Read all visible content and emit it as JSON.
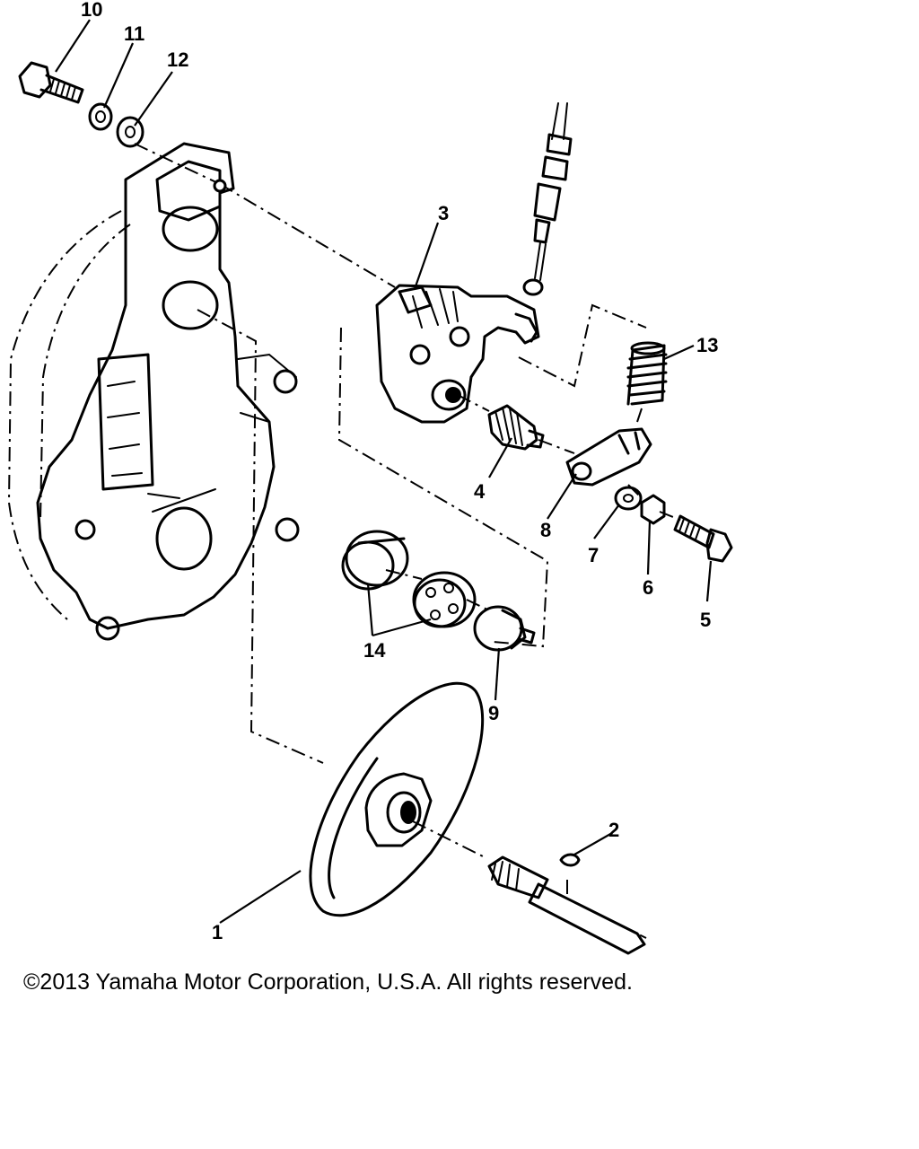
{
  "copyright": "©2013 Yamaha Motor Corporation, U.S.A. All rights reserved.",
  "callouts": {
    "c1": "1",
    "c2": "2",
    "c3": "3",
    "c4": "4",
    "c5": "5",
    "c6": "6",
    "c7": "7",
    "c8": "8",
    "c9": "9",
    "c10": "10",
    "c11": "11",
    "c12": "12",
    "c13": "13",
    "c14": "14"
  }
}
